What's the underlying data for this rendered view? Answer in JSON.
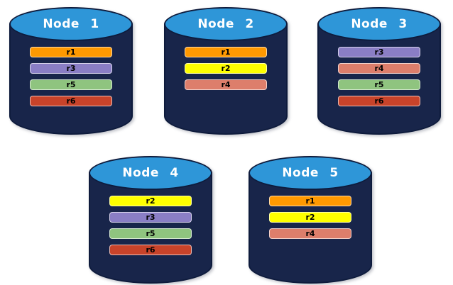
{
  "diagram": {
    "description": "Five database nodes with replicated records",
    "styles": {
      "background": "#FFFFFF",
      "cylinder_body": "#18254A",
      "cylinder_top": "#2E96D8",
      "cylinder_outline": "#0E1B3C",
      "title_color": "#FFFFFF",
      "bar_text_color": "#000000"
    },
    "replica_colors": {
      "r1": "#FF9901",
      "r2": "#FFFF00",
      "r3": "#8A7EC5",
      "r4": "#DD7E6B",
      "r5": "#8FC47F",
      "r6": "#C8432A"
    },
    "nodes": [
      {
        "label": "Node 1",
        "replicas": [
          {
            "id": "r1",
            "color": "#FF9901"
          },
          {
            "id": "r3",
            "color": "#8A7EC5"
          },
          {
            "id": "r5",
            "color": "#8FC47F"
          },
          {
            "id": "r6",
            "color": "#C8432A"
          }
        ]
      },
      {
        "label": "Node 2",
        "replicas": [
          {
            "id": "r1",
            "color": "#FF9901"
          },
          {
            "id": "r2",
            "color": "#FFFF00"
          },
          {
            "id": "r4",
            "color": "#DD7E6B"
          }
        ]
      },
      {
        "label": "Node 3",
        "replicas": [
          {
            "id": "r3",
            "color": "#8A7EC5"
          },
          {
            "id": "r4",
            "color": "#DD7E6B"
          },
          {
            "id": "r5",
            "color": "#8FC47F"
          },
          {
            "id": "r6",
            "color": "#C8432A"
          }
        ]
      },
      {
        "label": "Node 4",
        "replicas": [
          {
            "id": "r2",
            "color": "#FFFF00"
          },
          {
            "id": "r3",
            "color": "#8A7EC5"
          },
          {
            "id": "r5",
            "color": "#8FC47F"
          },
          {
            "id": "r6",
            "color": "#C8432A"
          }
        ]
      },
      {
        "label": "Node 5",
        "replicas": [
          {
            "id": "r1",
            "color": "#FF9901"
          },
          {
            "id": "r2",
            "color": "#FFFF00"
          },
          {
            "id": "r4",
            "color": "#DD7E6B"
          }
        ]
      }
    ]
  }
}
